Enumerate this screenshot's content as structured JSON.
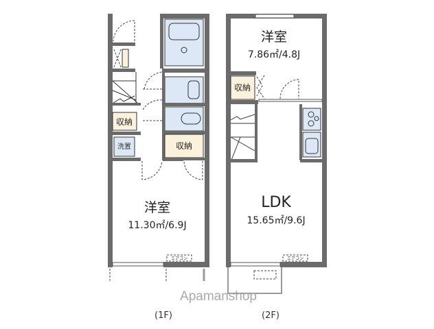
{
  "floor_1f": {
    "label": "(1F)",
    "room_name": "洋室",
    "room_area": "11.30㎡/6.9J",
    "storage_1": "収納",
    "storage_2": "収納",
    "laundry": "洗置",
    "aircon": "エアコン"
  },
  "floor_2f": {
    "label": "(2F)",
    "room_name": "洋室",
    "room_area": "7.86㎡/4.8J",
    "ldk_name": "LDK",
    "ldk_area": "15.65㎡/9.6J",
    "storage": "収納",
    "aircon": "エアコン"
  },
  "watermark": "Apamanshop",
  "colors": {
    "wall": "#6b6b6b",
    "wet_area": "#dce8f5",
    "storage": "#fbf1dc"
  }
}
